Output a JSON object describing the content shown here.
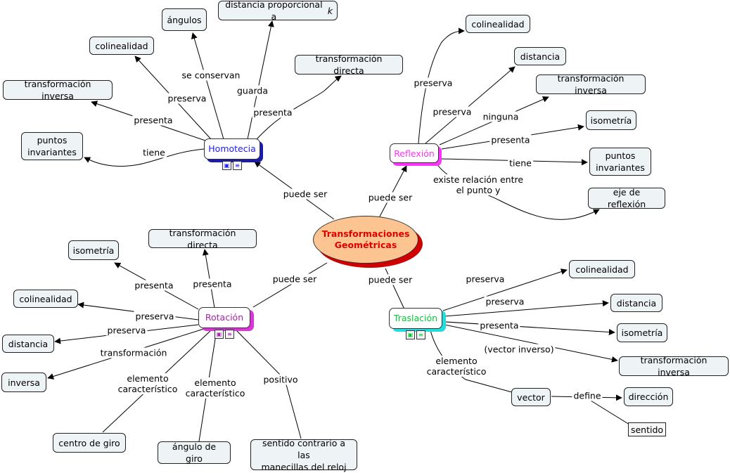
{
  "colors": {
    "center_fill": "#fcc490",
    "center_text": "#e00000",
    "homotecia": "#1a1aff",
    "reflexion": "#ff33ff",
    "rotacion": "#aa22aa",
    "traslacion": "#00cc33",
    "concept_box": "#eef3f6"
  },
  "icons": [
    "image-icon",
    "document-icon"
  ],
  "center": {
    "title": "Transformaciones\nGeométricas"
  },
  "concepts": {
    "homotecia": "Homotecia",
    "reflexion": "Reflexión",
    "rotacion": "Rotación",
    "traslacion": "Traslación"
  },
  "homotecia_branch": {
    "angulos": "ángulos",
    "distancia_k": "distancia proporcional a ",
    "k": "k",
    "colinealidad": "colinealidad",
    "transf_directa": "transformación directa",
    "transf_inversa": "transformación inversa",
    "puntos_invariantes": "puntos\ninvariantes",
    "l_se_conservan": "se conservan",
    "l_guarda": "guarda",
    "l_preserva": "preserva",
    "l_presenta1": "presenta",
    "l_presenta2": "presenta",
    "l_tiene": "tiene",
    "l_puede_ser": "puede ser"
  },
  "reflexion_branch": {
    "colinealidad": "colinealidad",
    "distancia": "distancia",
    "transf_inversa": "transformación inversa",
    "isometria": "isometría",
    "puntos_invariantes": "puntos\ninvariantes",
    "eje_reflexion": "eje de reflexión",
    "l_preserva1": "preserva",
    "l_preserva2": "preserva",
    "l_ninguna": "ninguna",
    "l_presenta": "presenta",
    "l_tiene": "tiene",
    "l_existe": "existe relación entre\nel punto y",
    "l_puede_ser": "puede ser"
  },
  "rotacion_branch": {
    "isometria": "isometría",
    "transf_directa": "transformación directa",
    "colinealidad": "colinealidad",
    "distancia": "distancia",
    "inversa": "inversa",
    "centro_giro": "centro de giro",
    "angulo_giro": "ángulo de giro",
    "sentido_contrario": "sentido contrario a las\nmanecillas del reloj",
    "l_presenta1": "presenta",
    "l_presenta2": "presenta",
    "l_preserva1": "preserva",
    "l_preserva2": "preserva",
    "l_transformacion": "transformación",
    "l_elemento1": "elemento\ncaracterístico",
    "l_elemento2": "elemento\ncaracterístico",
    "l_positivo": "positivo",
    "l_puede_ser": "puede ser"
  },
  "traslacion_branch": {
    "colinealidad": "colinealidad",
    "distancia": "distancia",
    "isometria": "isometría",
    "transf_inversa": "transformación inversa",
    "vector": "vector",
    "direccion": "dirección",
    "sentido": "sentido",
    "l_preserva1": "preserva",
    "l_preserva2": "preserva",
    "l_presenta": "presenta",
    "l_vector_inverso": "(vector inverso)",
    "l_elemento": "elemento\ncaracterístico",
    "l_define": "define",
    "l_puede_ser": "puede ser"
  }
}
